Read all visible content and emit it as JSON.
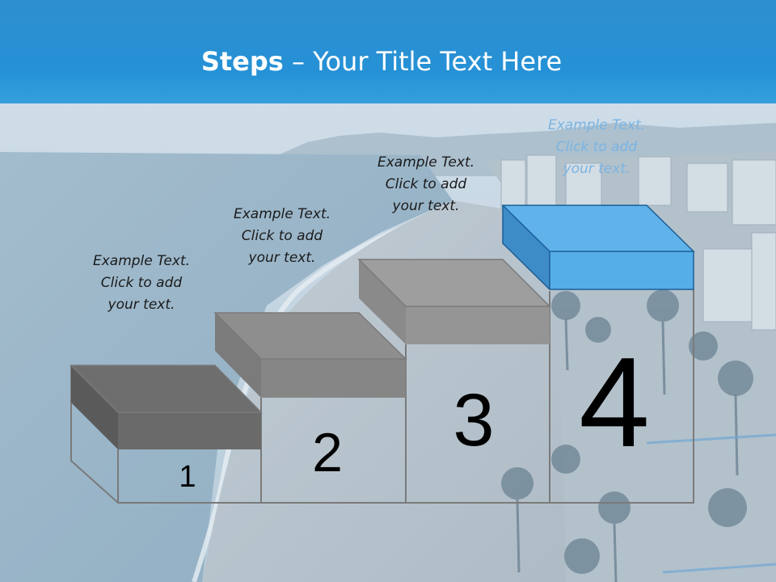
{
  "slide": {
    "title_bold": "Steps",
    "title_rest": " – Your Title Text Here"
  },
  "steps": [
    {
      "number": "1",
      "caption": [
        "Example Text.",
        "Click  to add",
        "your text."
      ]
    },
    {
      "number": "2",
      "caption": [
        "Example Text.",
        "Click  to add",
        "your text."
      ]
    },
    {
      "number": "3",
      "caption": [
        "Example Text.",
        "Click  to add",
        "your text."
      ]
    },
    {
      "number": "4",
      "caption": [
        "Example Text.",
        "Click  to add",
        "your text."
      ]
    }
  ],
  "colors": {
    "header": "#2591d6",
    "step_gray": "#8c8c8c",
    "step_highlight": "#5fb3ea",
    "outline": "#7a7a7a"
  }
}
